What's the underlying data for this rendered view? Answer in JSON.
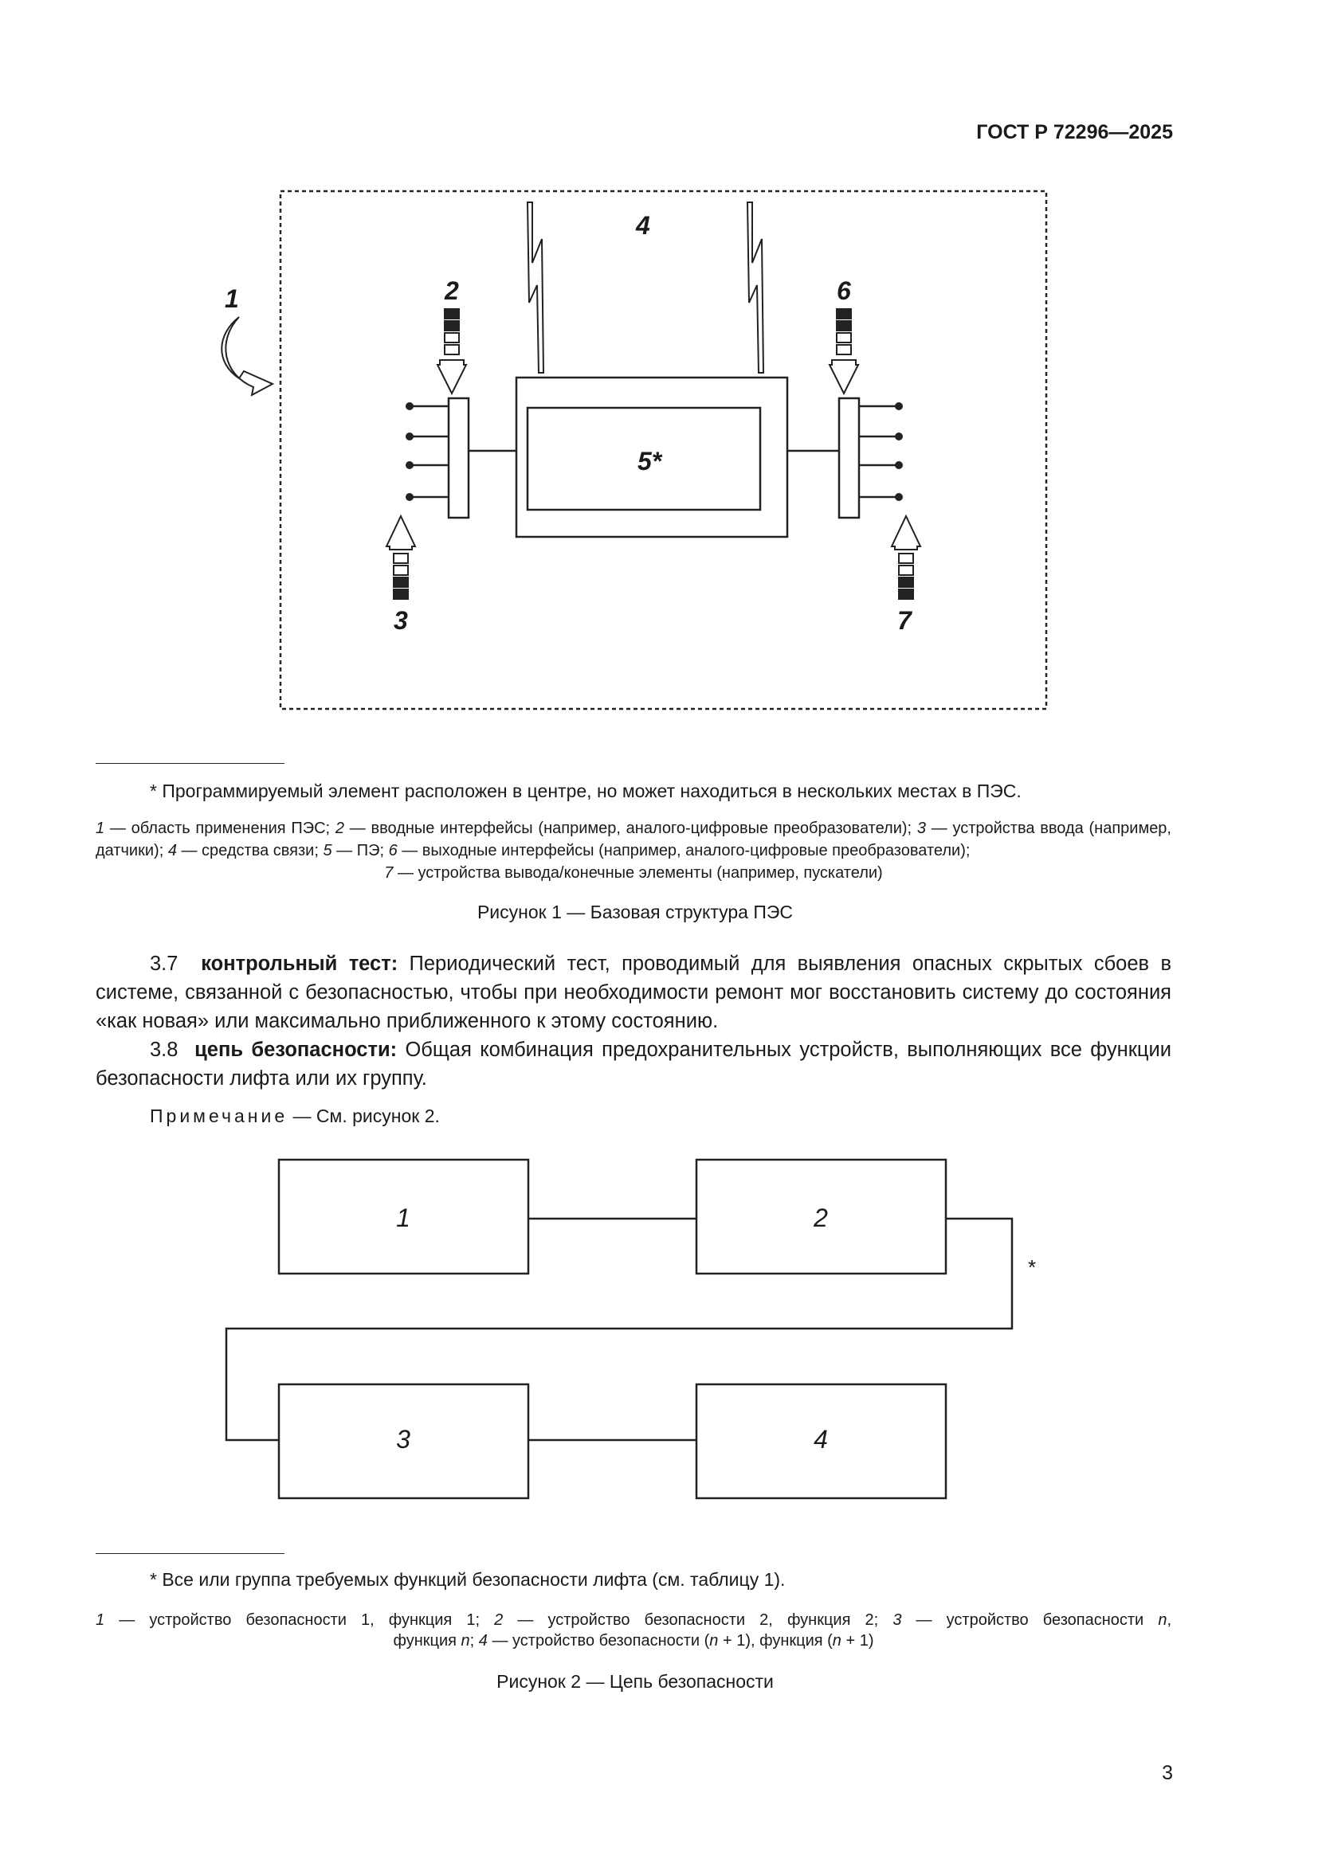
{
  "header": {
    "doc_id": "ГОСТ Р 72296—2025"
  },
  "figure1": {
    "labels": {
      "l1": "1",
      "l2": "2",
      "l3": "3",
      "l4": "4",
      "l5": "5*",
      "l6": "6",
      "l7": "7"
    },
    "footnote": "* Программируемый элемент расположен в центре, но может находиться в нескольких местах в ПЭС.",
    "legend": {
      "n1": "1",
      "t1": " — область применения ПЭС; ",
      "n2": "2",
      "t2": " — вводные интерфейсы (например, аналого-цифровые преобразователи); ",
      "n3": "3",
      "t3": " — устройства ввода (например, датчики); ",
      "n4": "4",
      "t4": " — средства связи; ",
      "n5": "5",
      "t5": " — ПЭ; ",
      "n6": "6",
      "t6": " — выходные интерфейсы (например, аналого-цифровые преобразователи);",
      "n7": "7",
      "t7": " — устройства вывода/конечные элементы (например, пускатели)"
    },
    "caption": "Рисунок 1 — Базовая структура ПЭС"
  },
  "section_3_7": {
    "num": "3.7",
    "term": "контрольный тест:",
    "text": " Периодический тест, проводимый для выявления опасных скрытых сбоев в системе, связанной с безопасностью, чтобы при необходимости ремонт мог восстановить систему до состояния «как новая» или максимально приближенного к этому состоянию."
  },
  "section_3_8": {
    "num": "3.8",
    "term": "цепь безопасности:",
    "text": " Общая комбинация предохранительных устройств, выполняющих все функции безопасности лифта или их группу."
  },
  "note": {
    "label": "Примечание",
    "text": " — См. рисунок 2."
  },
  "figure2": {
    "boxes": [
      "1",
      "2",
      "3",
      "4"
    ],
    "star": "*",
    "footnote": "* Все или группа требуемых функций безопасности лифта (см. таблицу 1).",
    "legend": {
      "n1": "1",
      "t1": " — устройство безопасности 1, функция 1; ",
      "n2": "2",
      "t2": " — устройство безопасности 2, функция 2; ",
      "n3": "3",
      "t3": " — устройство безопасности ",
      "nn": "n",
      "t3b": ",",
      "fn": "функция ",
      "fnn": "n",
      "t3c": "; ",
      "n4": "4",
      "t4": " — устройство безопасности (",
      "n4n": "n",
      "t4b": " + 1), функция (",
      "n4m": "n",
      "t4c": " + 1)"
    },
    "caption": "Рисунок 2 — Цепь безопасности"
  },
  "page_number": "3"
}
